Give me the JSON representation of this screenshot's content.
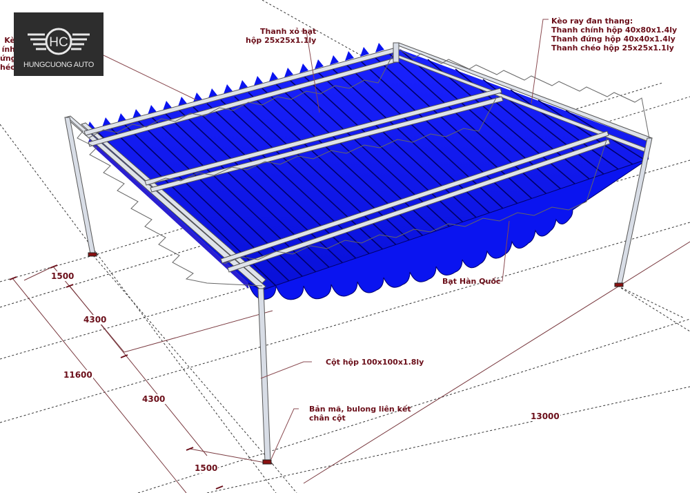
{
  "diagram": {
    "type": "3D structural drawing - retractable awning canopy (nhà bạt xếp)",
    "colors": {
      "fabric": "#0a14f0",
      "fabric_dark": "#0008a8",
      "steel": "#d8dde6",
      "steel_edge": "#5a5a5a",
      "label_text": "#6b0f1a",
      "leader_line": "#8a4a50",
      "base_plate": "#8a1010",
      "logo_bg": "#2d2d2d"
    }
  },
  "logo": {
    "initials": "HC",
    "brand": "HUNGCUONG AUTO"
  },
  "partial_label_left": [
    "Kè",
    "ính",
    "ứng",
    "héo"
  ],
  "callouts": {
    "purlin": {
      "line1": "Thanh xỏ bạt",
      "line2": "hộp 25x25x1.1ly"
    },
    "truss": {
      "title": "Kèo ray đan thang:",
      "line1": "Thanh chính hộp 40x80x1.4ly",
      "line2": "Thanh đứng hộp 40x40x1.4ly",
      "line3": "Thanh chéo hộp 25x25x1.1ly"
    },
    "fabric": "Bạt Hàn Quốc",
    "column": "Cột hộp 100x100x1.8ly",
    "base": {
      "line1": "Bản mã, bulong liên kết",
      "line2": "chân cột"
    }
  },
  "dimensions": {
    "width_segments": [
      "1500",
      "4300",
      "4300",
      "1500"
    ],
    "width_total": "11600",
    "length_total": "13000"
  }
}
